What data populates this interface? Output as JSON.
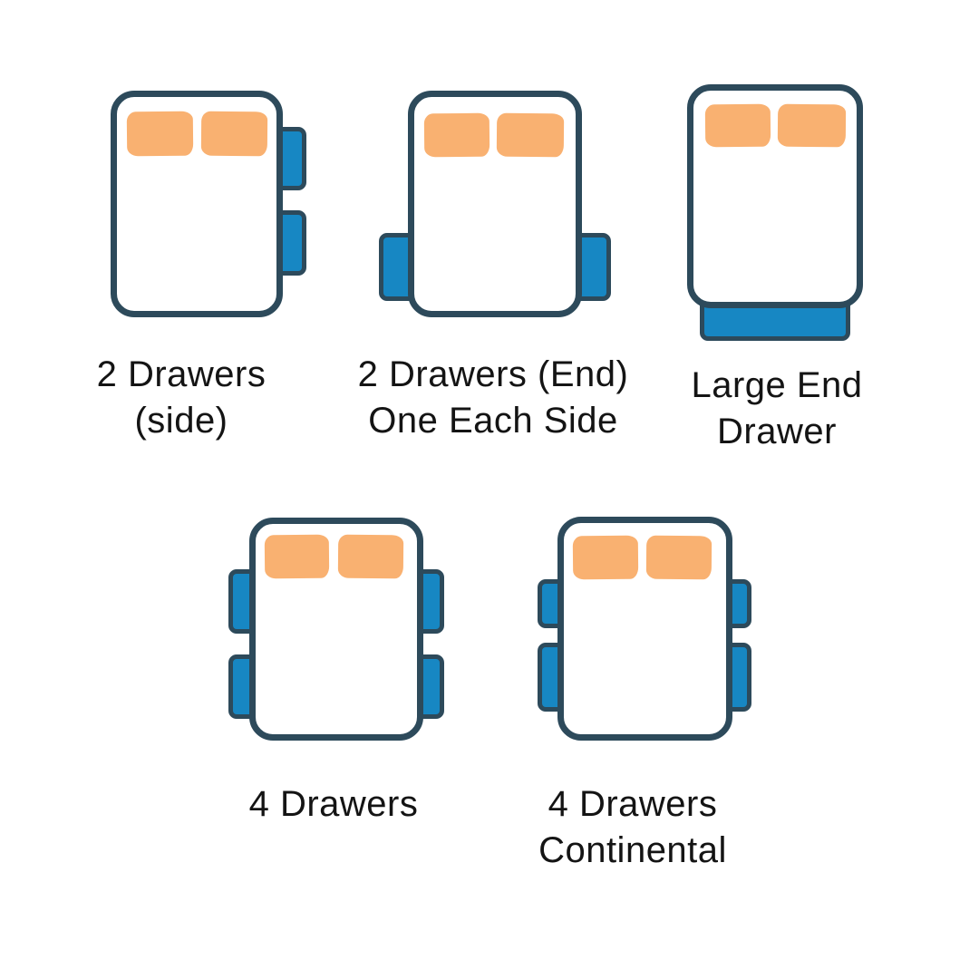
{
  "colors": {
    "background": "#ffffff",
    "outline": "#2d4a5b",
    "drawer_fill": "#1787c3",
    "pillow_fill": "#f9b171",
    "label_text": "#141414"
  },
  "figures": [
    {
      "id": "two-drawers-side",
      "icon": "bed-top-view-icon",
      "drawer_count": 2,
      "drawer_layout": "two drawers on right side",
      "label_line1": "2 Drawers",
      "label_line2": "(side)"
    },
    {
      "id": "two-drawers-end-one-each-side",
      "icon": "bed-top-view-icon",
      "drawer_count": 2,
      "drawer_layout": "one drawer each side at foot end",
      "label_line1": "2 Drawers (End)",
      "label_line2": "One Each Side"
    },
    {
      "id": "large-end-drawer",
      "icon": "bed-top-view-icon",
      "drawer_count": 1,
      "drawer_layout": "single full-width drawer at foot end",
      "label_line1": "Large End",
      "label_line2": "Drawer"
    },
    {
      "id": "four-drawers",
      "icon": "bed-top-view-icon",
      "drawer_count": 4,
      "drawer_layout": "two equal drawers each side",
      "label_line1": "4 Drawers",
      "label_line2": null
    },
    {
      "id": "four-drawers-continental",
      "icon": "bed-top-view-icon",
      "drawer_count": 4,
      "drawer_layout": "smaller upper and larger lower drawer each side",
      "label_line1": "4 Drawers",
      "label_line2": "Continental"
    }
  ]
}
